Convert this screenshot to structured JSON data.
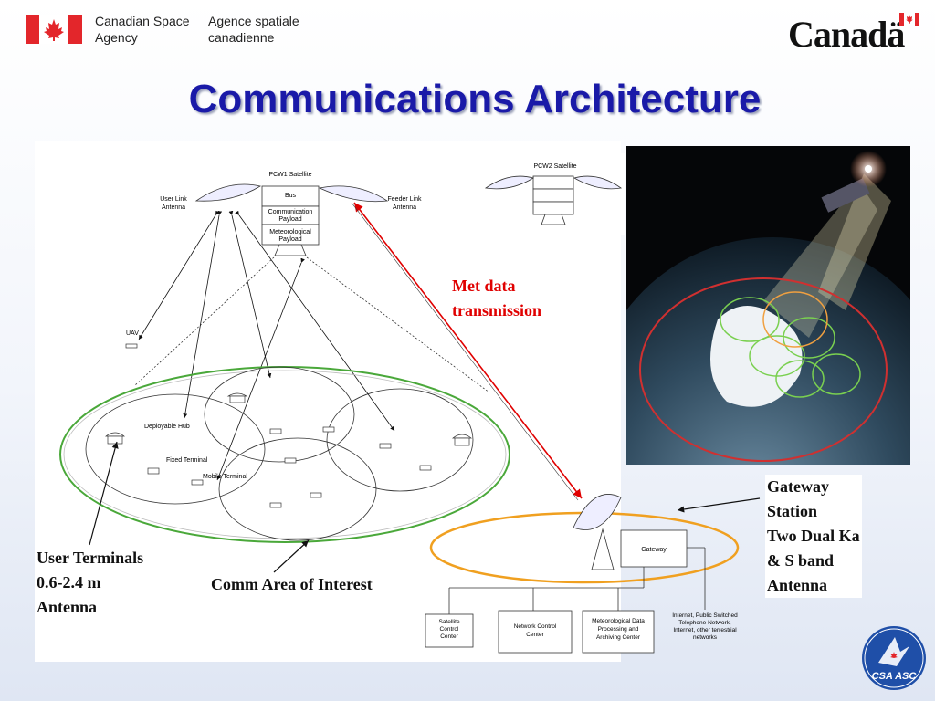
{
  "header": {
    "agency_en": "Canadian Space\nAgency",
    "agency_fr": "Agence spatiale\ncanadienne",
    "wordmark": "Canadä"
  },
  "title": "Communications Architecture",
  "diagram": {
    "pcw1_label": "PCW1 Satellite",
    "pcw2_label": "PCW2 Satellite",
    "bus": "Bus",
    "comm_payload": [
      "Communication",
      "Payload"
    ],
    "met_payload": [
      "Meteorological",
      "Payload"
    ],
    "user_link_antenna": [
      "User Link",
      "Antenna"
    ],
    "feeder_link_antenna": [
      "Feeder Link",
      "Antenna"
    ],
    "uav": "UAV",
    "deployable_hub": "Deployable Hub",
    "fixed_terminal": "Fixed Terminal",
    "mobile_terminal": "Mobile Terminal",
    "gateway": "Gateway",
    "satellite_control_center": [
      "Satellite",
      "Control",
      "Center"
    ],
    "network_control_center": [
      "Network Control",
      "Center"
    ],
    "met_data_center": [
      "Meteorological Data",
      "Processing and",
      "Archiving Center"
    ],
    "internet_note": [
      "Internet, Public Switched",
      "Telephone Network,",
      "Internet, other terrestrial",
      "networks"
    ]
  },
  "annotations": {
    "met_data": "Met data\ntransmission",
    "gateway_station": "Gateway\nStation\nTwo Dual Ka\n& S band\nAntenna",
    "user_terminals": "User Terminals\n0.6-2.4 m\nAntenna",
    "comm_area": "Comm Area of Interest"
  },
  "logo_text": "CSA ASC",
  "colors": {
    "title": "#1a1aa8",
    "red_link": "#e00000",
    "green_ring": "#4aa83a",
    "orange_ring": "#f0a020"
  }
}
